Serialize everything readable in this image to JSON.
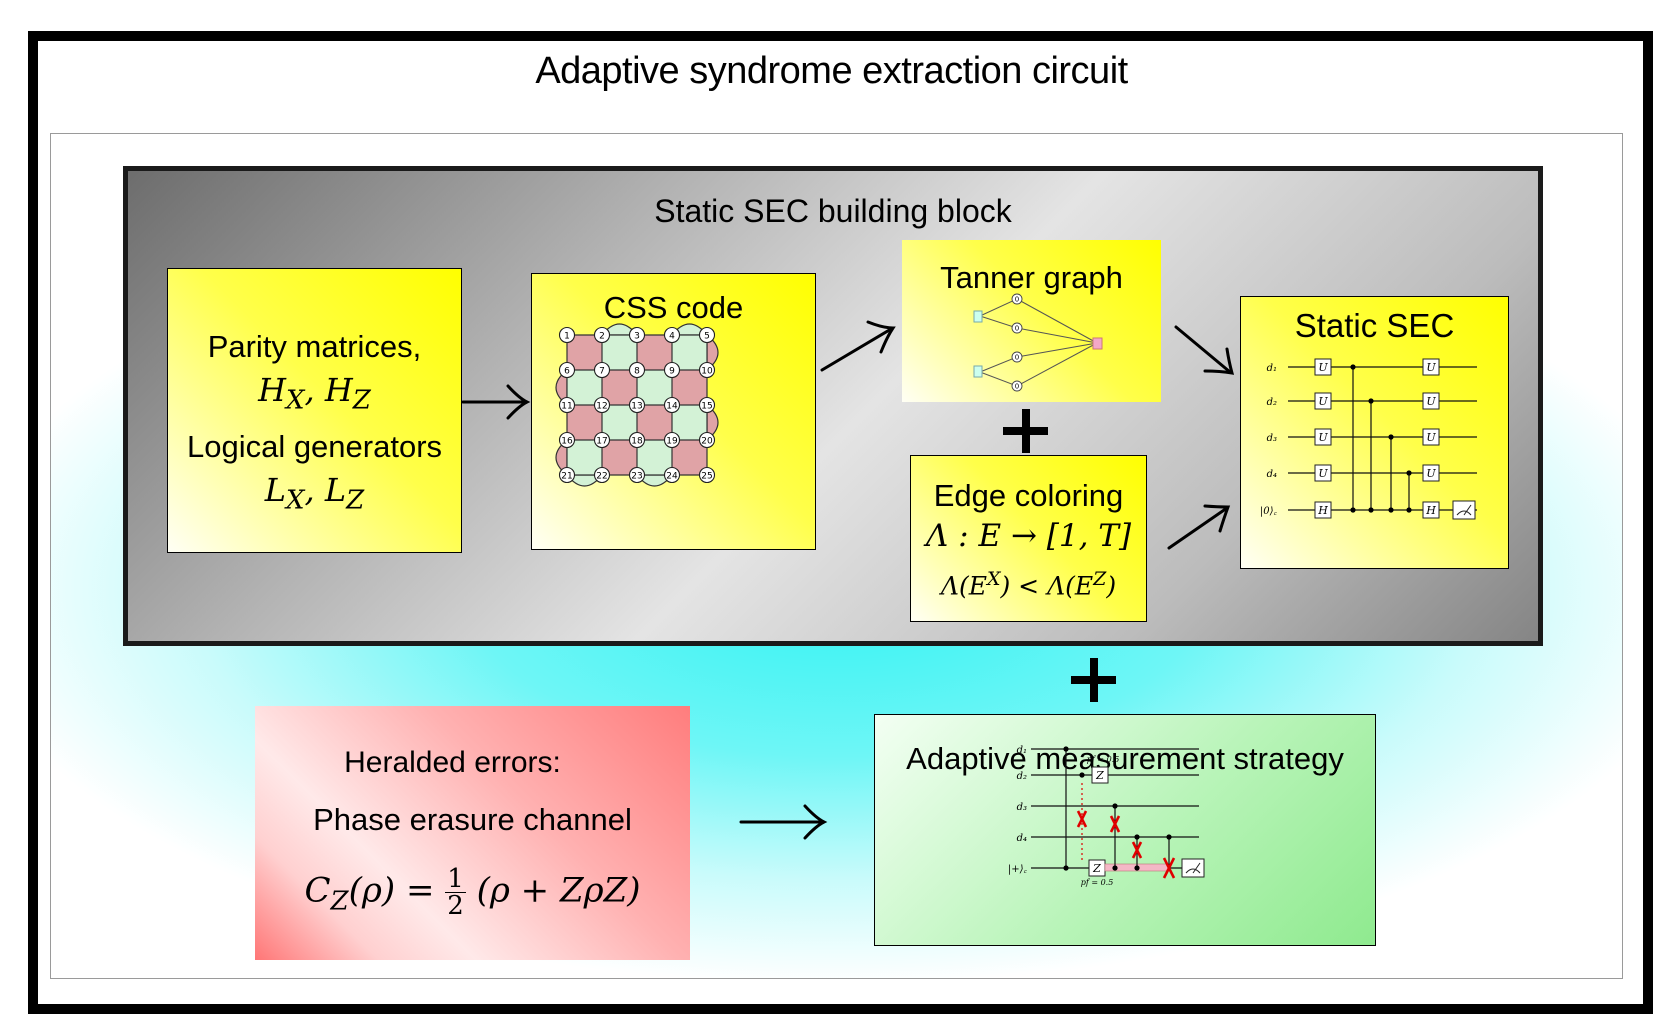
{
  "title": "Adaptive syndrome extraction circuit",
  "static_block": {
    "title": "Static SEC building block",
    "parity": {
      "line1": "Parity matrices,",
      "line3": "Logical  generators"
    },
    "css_code": {
      "title": "CSS code",
      "node_labels": [
        "1",
        "2",
        "3",
        "4",
        "5",
        "6",
        "7",
        "8",
        "9",
        "10",
        "11",
        "12",
        "13",
        "14",
        "15",
        "16",
        "17",
        "18",
        "19",
        "20",
        "21",
        "22",
        "23",
        "24",
        "25"
      ]
    },
    "tanner": {
      "title": "Tanner graph",
      "qubit_labels": [
        "0",
        "0",
        "0",
        "0"
      ]
    },
    "edge_coloring": {
      "title": "Edge coloring"
    },
    "static_sec": {
      "title": "Static SEC",
      "wire_labels": [
        "d₁",
        "d₂",
        "d₃",
        "d₄",
        "|0⟩꜀"
      ],
      "u_gate": "U",
      "h_gate": "H"
    }
  },
  "heralded": {
    "line1": "Heralded errors:",
    "line2": "Phase erasure channel"
  },
  "adaptive": {
    "title": "Adaptive measurement strategy",
    "wire_labels": [
      "d₁",
      "d₂",
      "d₃",
      "d₄",
      "|+⟩꜀"
    ],
    "prob_top": "pf = 0.5",
    "prob_bottom": "pf = 0.5",
    "z_gate": "Z"
  },
  "colors": {
    "plaquette_red": "#e0a3a6",
    "plaquette_green": "#d3f2d6",
    "error_mark": "#e00000",
    "cyan_glow": "#34f2f2"
  }
}
